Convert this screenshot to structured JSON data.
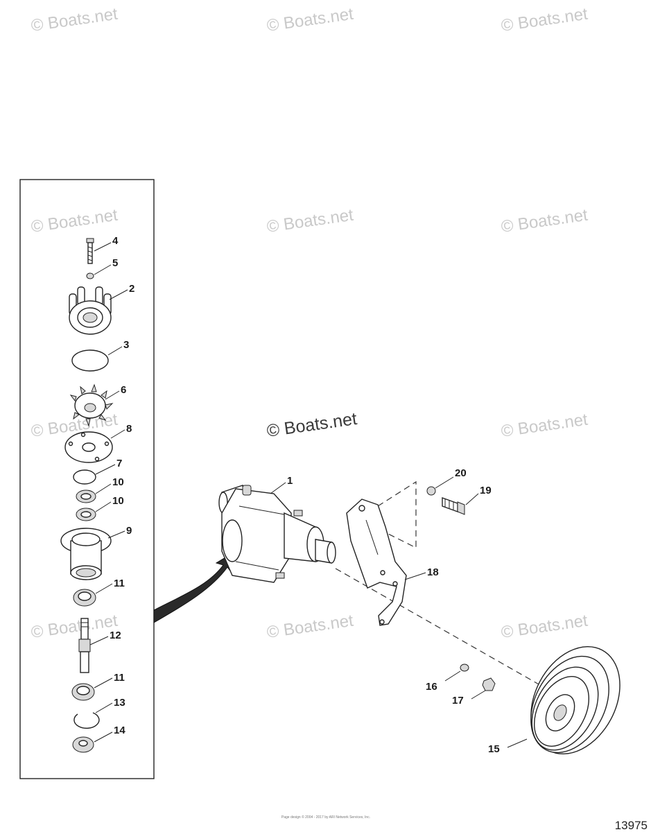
{
  "watermarks": [
    "© Boats.net",
    "© Boats.net",
    "© Boats.net",
    "© Boats.net",
    "© Boats.net",
    "© Boats.net",
    "© Boats.net",
    "© Boats.net",
    "© Boats.net",
    "© Boats.net",
    "© Boats.net",
    "© Boats.net"
  ],
  "callouts": {
    "c1": "1",
    "c2": "2",
    "c3": "3",
    "c4": "4",
    "c5": "5",
    "c6": "6",
    "c7": "7",
    "c8": "8",
    "c9": "9",
    "c10a": "10",
    "c10b": "10",
    "c11a": "11",
    "c11b": "11",
    "c12": "12",
    "c13": "13",
    "c14": "14",
    "c15": "15",
    "c16": "16",
    "c17": "17",
    "c18": "18",
    "c19": "19",
    "c20": "20"
  },
  "diagram_number": "13975",
  "footer": {
    "line1": "Page design © 2004 - 2017 by ARI Network Services, Inc."
  }
}
